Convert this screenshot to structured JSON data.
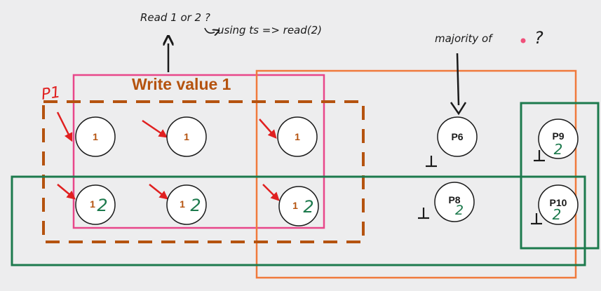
{
  "annotations": {
    "read_question": "Read 1 or 2 ?",
    "read_explain": "using ts => read(2)",
    "majority_question": "majority of",
    "majority_mark": "?",
    "p1_label": "P1"
  },
  "write_label": "Write value 1",
  "nodes": [
    {
      "id": "n1",
      "label": "1",
      "extra": ""
    },
    {
      "id": "n2",
      "label": "1",
      "extra": ""
    },
    {
      "id": "n3",
      "label": "1",
      "extra": ""
    },
    {
      "id": "n4",
      "label": "1",
      "extra": "2"
    },
    {
      "id": "n5",
      "label": "1",
      "extra": "2"
    },
    {
      "id": "n6",
      "label": "1",
      "extra": "2"
    },
    {
      "id": "p6",
      "label": "P6",
      "extra": ""
    },
    {
      "id": "p8",
      "label": "P8",
      "extra": "2"
    },
    {
      "id": "p9",
      "label": "P9",
      "extra": "2"
    },
    {
      "id": "p10",
      "label": "P10",
      "extra": "2"
    }
  ],
  "colors": {
    "write_quorum": "#e8478a",
    "dashed_box": "#b5530f",
    "orange_box": "#f07a3c",
    "green_box": "#1d7a4d",
    "arrow_red": "#e02020",
    "ink": "#1a1a1a",
    "green_ink": "#1d7a4d",
    "dot": "#f0507a"
  }
}
